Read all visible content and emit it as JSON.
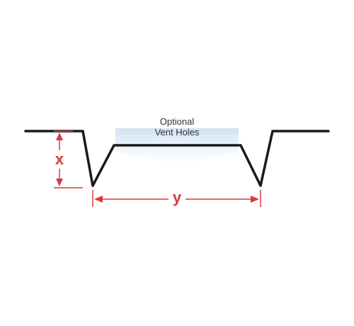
{
  "vent_label": {
    "line1": "Optional",
    "line2": "Vent Holes"
  },
  "dimensions": {
    "x_label": "x",
    "y_label": "y"
  },
  "colors": {
    "profile": "#1a1a1a",
    "dimension": "#d93a3a",
    "vent_fill_top": "#cfe1f2",
    "vent_fill_bottom": "#ffffff",
    "vent_text": "#333333"
  }
}
